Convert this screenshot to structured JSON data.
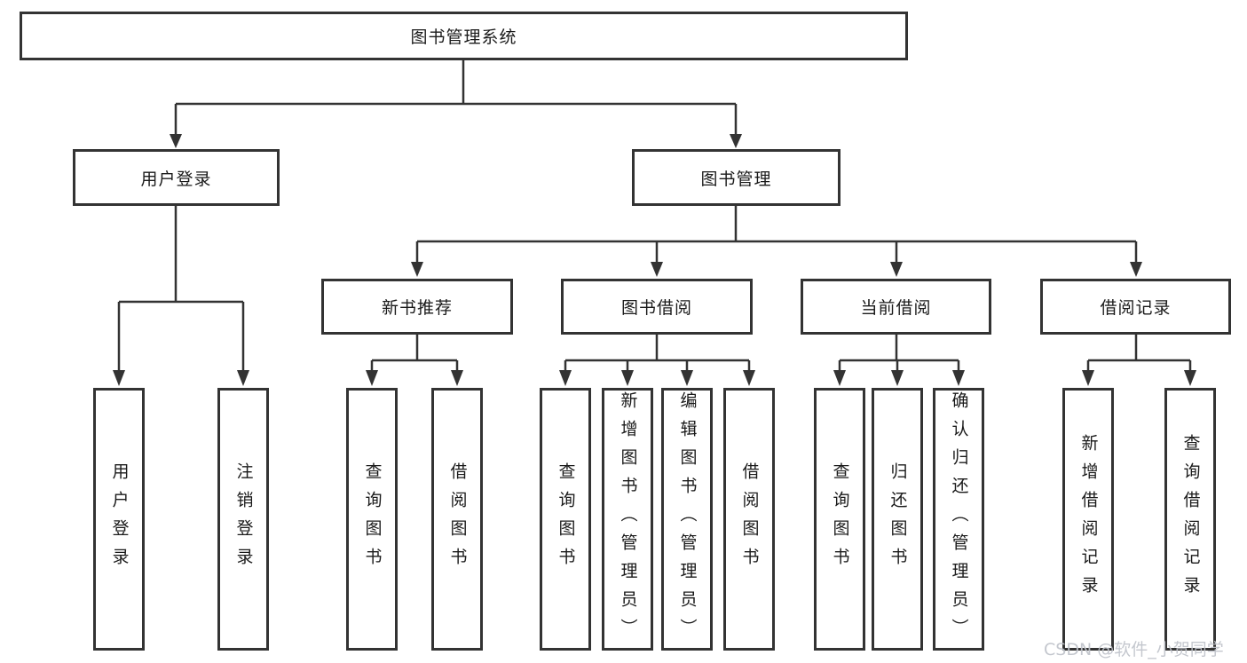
{
  "diagram": {
    "root": "图书管理系统",
    "level2": {
      "user_login": "用户登录",
      "book_mgmt": "图书管理"
    },
    "level3": {
      "new_books": "新书推荐",
      "book_borrow": "图书借阅",
      "current_borrow": "当前借阅",
      "borrow_records": "借阅记录"
    },
    "leaves": {
      "user_login_1": "用户登录",
      "user_login_2": "注销登录",
      "new_books_1": "查询图书",
      "new_books_2": "借阅图书",
      "book_borrow_1": "查询图书",
      "book_borrow_2": "新增图书（管理员）",
      "book_borrow_3": "编辑图书（管理员）",
      "book_borrow_4": "借阅图书",
      "current_borrow_1": "查询图书",
      "current_borrow_2": "归还图书",
      "current_borrow_3": "确认归还（管理员）",
      "borrow_records_1": "新增借阅记录",
      "borrow_records_2": "查询借阅记录"
    },
    "watermark": "CSDN @软件_小贺同学",
    "colors": {
      "line": "#333333",
      "text": "#1a1a1a",
      "background": "#ffffff",
      "watermark": "#bfc3ca"
    }
  }
}
